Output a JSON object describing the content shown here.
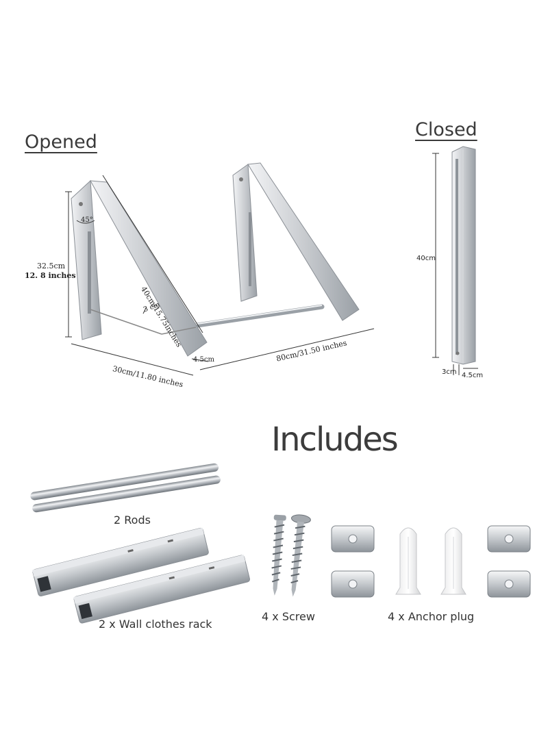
{
  "opened": {
    "title": "Opened",
    "dims": {
      "angle": "45°",
      "height_cm": "32.5cm",
      "height_in": "12. 8 inches",
      "diagonal": "40cm/15.75inches",
      "gap": "3 cm",
      "depth": "30cm/11.80 inches",
      "thickness": "4.5cm",
      "length": "80cm/31.50 inches"
    }
  },
  "closed": {
    "title": "Closed",
    "dims": {
      "length": "40cm",
      "width": "3cm",
      "depth": "4.5cm"
    }
  },
  "includes": {
    "title": "Includes",
    "items": {
      "rods": "2 Rods",
      "racks": "2 x Wall clothes rack",
      "screws": "4 x Screw",
      "anchors": "4 x Anchor plug"
    }
  },
  "colors": {
    "aluminum_light": "#e4e6e9",
    "aluminum_mid": "#b9bdc2",
    "aluminum_dark": "#8a8f95",
    "line": "#333333"
  }
}
